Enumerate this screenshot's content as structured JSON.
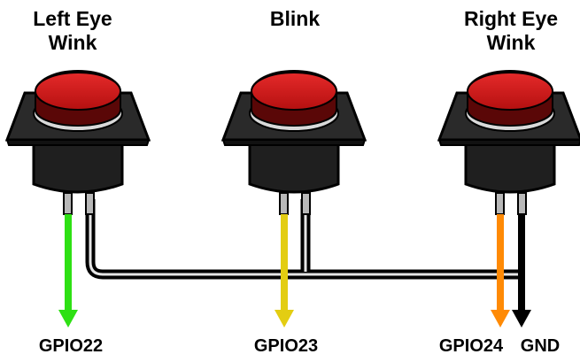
{
  "buttons": [
    {
      "title_line1": "Left Eye",
      "title_line2": "Wink",
      "signal_pin": "GPIO22",
      "wire_color": "#2ee014"
    },
    {
      "title_line1": "Blink",
      "title_line2": "",
      "signal_pin": "GPIO23",
      "wire_color": "#e3cd12"
    },
    {
      "title_line1": "Right Eye",
      "title_line2": "Wink",
      "signal_pin": "GPIO24",
      "wire_color": "#ff8a05"
    }
  ],
  "ground": {
    "label": "GND",
    "wire_color": "#000000"
  },
  "colors": {
    "cap_red": "#d81818",
    "cap_dark": "#5a0707",
    "housing": "#1f1f1f",
    "housing_face": "#2a2a2a",
    "lead_grey": "#b8b8b8"
  }
}
